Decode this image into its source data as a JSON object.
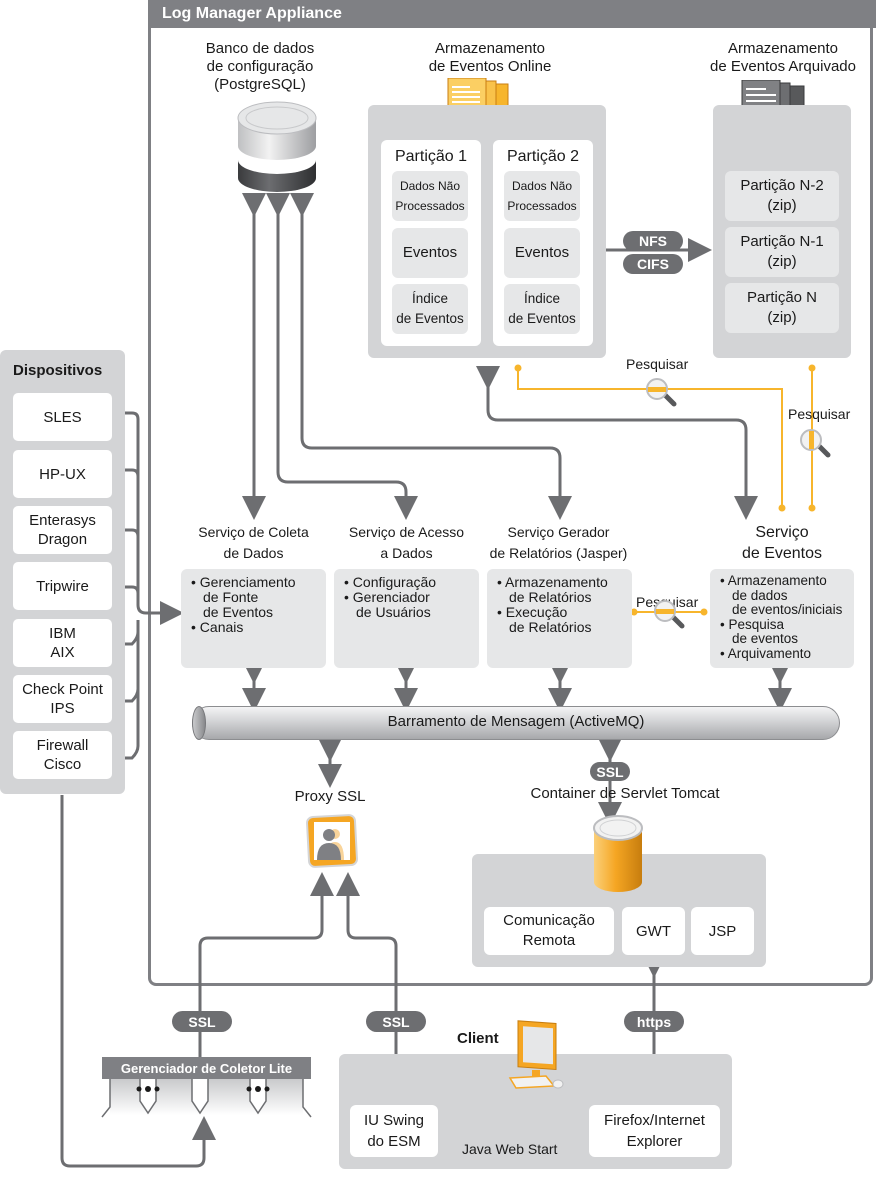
{
  "appliance": {
    "title": "Log Manager Appliance"
  },
  "config_db": {
    "label_lines": [
      "Banco de dados",
      "de configuração",
      "(PostgreSQL)"
    ]
  },
  "online_storage": {
    "label_lines": [
      "Armazenamento",
      "de Eventos Online"
    ],
    "partitions": [
      {
        "title": "Partição 1",
        "cells": [
          [
            "Dados Não",
            "Processados"
          ],
          [
            "Eventos"
          ],
          [
            "Índice",
            "de Eventos"
          ]
        ]
      },
      {
        "title": "Partição 2",
        "cells": [
          [
            "Dados Não",
            "Processados"
          ],
          [
            "Eventos"
          ],
          [
            "Índice",
            "de Eventos"
          ]
        ]
      }
    ]
  },
  "archive_storage": {
    "label_lines": [
      "Armazenamento",
      "de Eventos Arquivado"
    ],
    "partitions": [
      [
        "Partição N-2",
        "(zip)"
      ],
      [
        "Partição N-1",
        "(zip)"
      ],
      [
        "Partição N",
        "(zip)"
      ]
    ]
  },
  "transfer_protocols": [
    "NFS",
    "CIFS"
  ],
  "search_labels": {
    "online": "Pesquisar",
    "archive": "Pesquisar",
    "reports": "Pesquisar"
  },
  "devices": {
    "title": "Dispositivos",
    "items": [
      [
        "SLES"
      ],
      [
        "HP-UX"
      ],
      [
        "Enterasys",
        "Dragon"
      ],
      [
        "Tripwire"
      ],
      [
        "IBM",
        "AIX"
      ],
      [
        "Check Point",
        "IPS"
      ],
      [
        "Firewall",
        "Cisco"
      ]
    ]
  },
  "services": [
    {
      "title_lines": [
        "Serviço de Coleta",
        "de Dados"
      ],
      "items": [
        [
          "Gerenciamento",
          "de Fonte",
          "de Eventos"
        ],
        [
          "Canais"
        ]
      ]
    },
    {
      "title_lines": [
        "Serviço de Acesso",
        "a Dados"
      ],
      "items": [
        [
          "Configuração"
        ],
        [
          "Gerenciador",
          "de Usuários"
        ]
      ]
    },
    {
      "title_lines": [
        "Serviço Gerador",
        "de Relatórios (Jasper)"
      ],
      "items": [
        [
          "Armazenamento",
          "de Relatórios"
        ],
        [
          "Execução",
          "de Relatórios"
        ]
      ]
    },
    {
      "title_lines": [
        "Serviço",
        "de Eventos"
      ],
      "items": [
        [
          "Armazenamento",
          "de dados",
          "de eventos/iniciais"
        ],
        [
          "Pesquisa",
          "de eventos"
        ],
        [
          "Arquivamento"
        ]
      ]
    }
  ],
  "message_bus": {
    "label": "Barramento de Mensagem (ActiveMQ)"
  },
  "proxy": {
    "label": "Proxy SSL"
  },
  "tomcat": {
    "label": "Container de Servlet Tomcat",
    "ssl": "SSL",
    "modules": [
      [
        "Comunicação",
        "Remota"
      ],
      [
        "GWT"
      ],
      [
        "JSP"
      ]
    ]
  },
  "collector_manager": {
    "label": "Gerenciador de Coletor Lite",
    "ssl": "SSL"
  },
  "client": {
    "label": "Client",
    "swing_ssl": "SSL",
    "https": "https",
    "swing_ui": [
      "IU Swing",
      "do ESM"
    ],
    "browser": [
      "Firefox/Internet",
      "Explorer"
    ],
    "java_web_start": "Java Web Start"
  },
  "colors": {
    "frame": "#7f8084",
    "arrow": "#6d6e71",
    "search_line": "#f7b52c",
    "panel": "#d3d4d6",
    "cell": "#e6e7e8",
    "accent_orange": "#f5a623"
  }
}
